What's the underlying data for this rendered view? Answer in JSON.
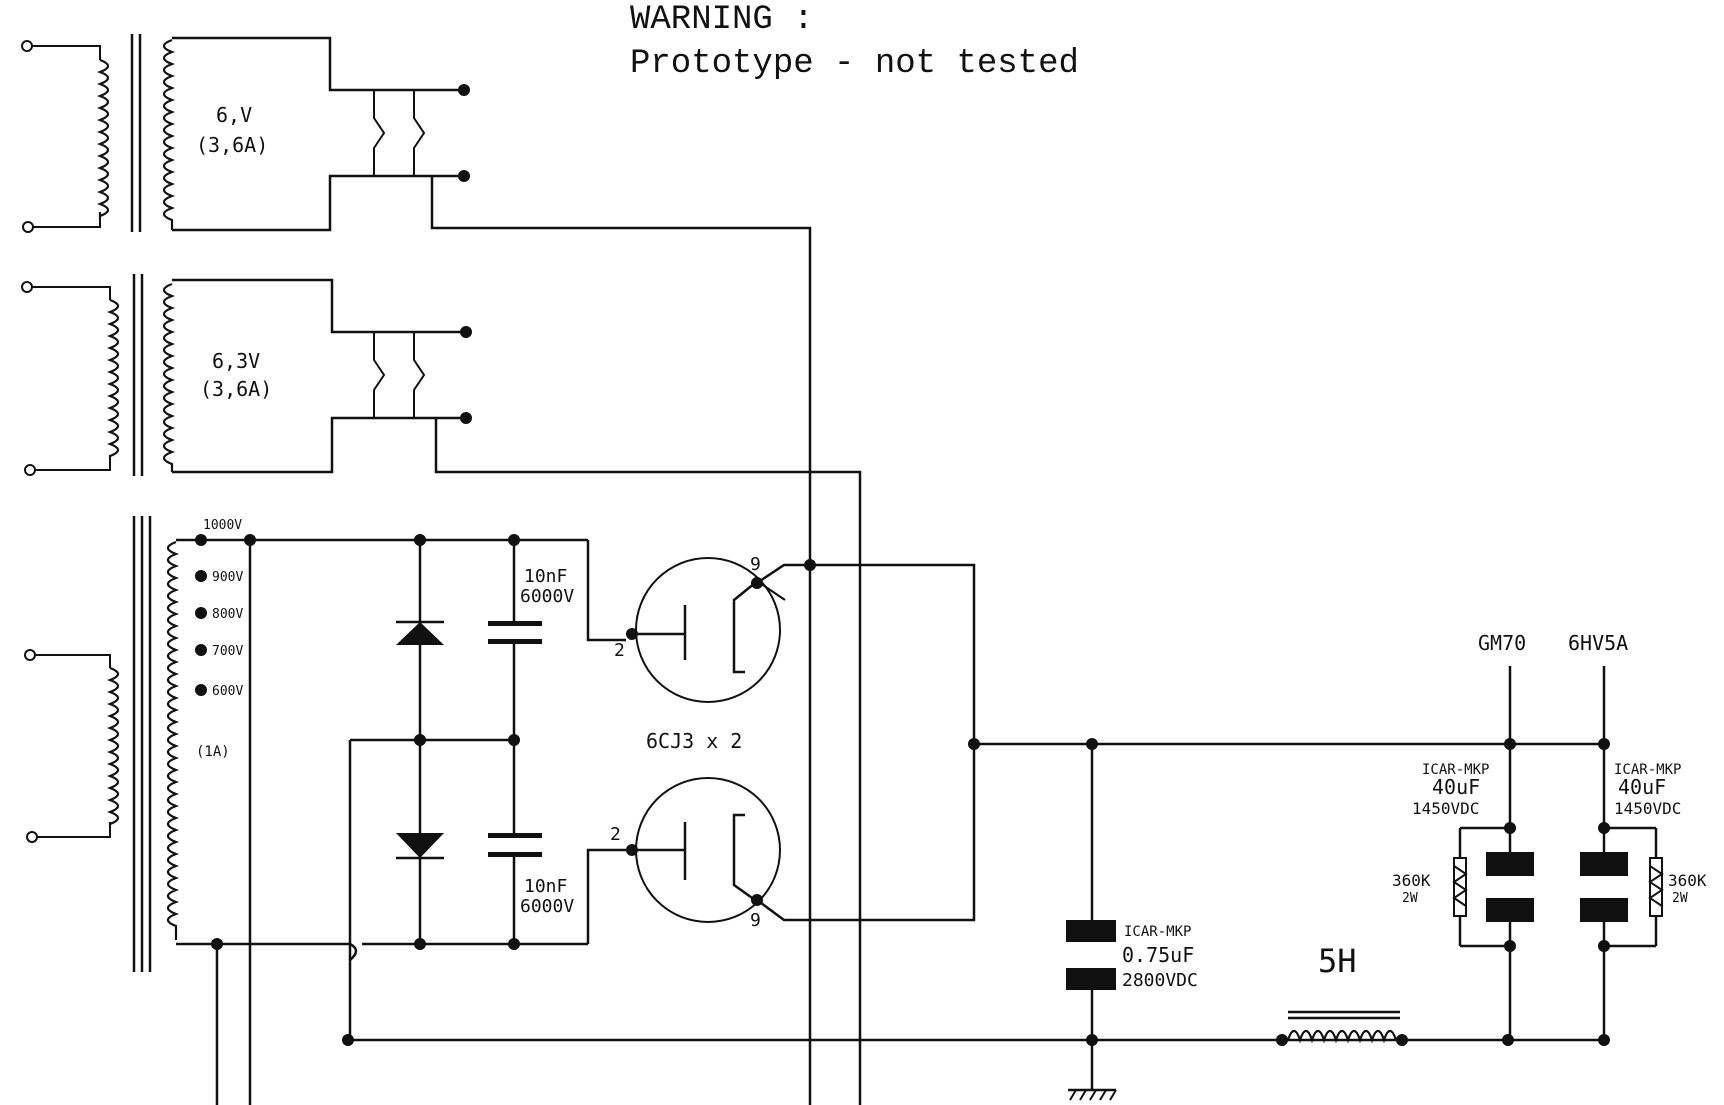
{
  "warning": {
    "line1": "WARNING :",
    "line2": "Prototype - not tested"
  },
  "transformers": {
    "t1": {
      "voltage": "6,V",
      "current": "(3,6A)"
    },
    "t2": {
      "voltage": "6,3V",
      "current": "(3,6A)"
    },
    "t3": {
      "taps": [
        "1000V",
        "900V",
        "800V",
        "700V",
        "600V"
      ],
      "current": "(1A)"
    }
  },
  "capacitors": {
    "c_top": {
      "value": "10nF",
      "voltage": "6000V"
    },
    "c_bottom": {
      "value": "10nF",
      "voltage": "6000V"
    },
    "c_input": {
      "type": "ICAR-MKP",
      "value": "0.75uF",
      "voltage": "2800VDC"
    },
    "c_gm70": {
      "type": "ICAR-MKP",
      "value": "40uF",
      "voltage": "1450VDC"
    },
    "c_6hv5a": {
      "type": "ICAR-MKP",
      "value": "40uF",
      "voltage": "1450VDC"
    }
  },
  "resistors": {
    "r_left": {
      "value": "360K",
      "power": "2W"
    },
    "r_right": {
      "value": "360K",
      "power": "2W"
    }
  },
  "tubes": {
    "label": "6CJ3 x 2",
    "pin_anode": "9",
    "pin_cathode": "2"
  },
  "choke": {
    "value": "5H"
  },
  "outputs": {
    "gm70": "GM70",
    "hv": "6HV5A"
  }
}
